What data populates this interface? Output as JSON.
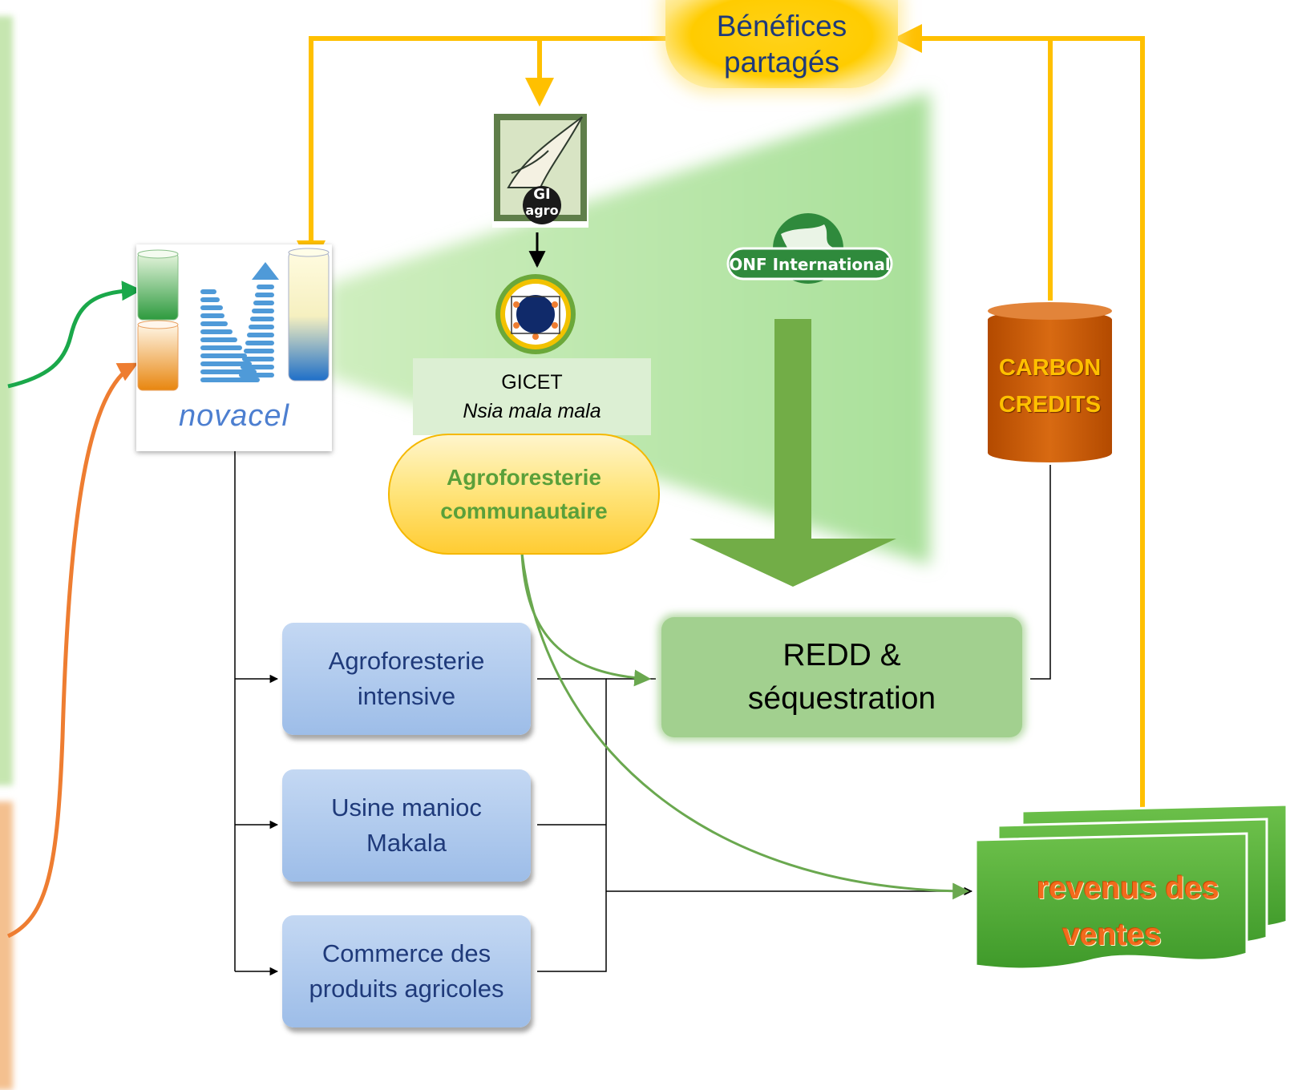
{
  "benefices": {
    "line1": "Bénéfices",
    "line2": "partagés"
  },
  "novacel": {
    "logo_text": "novacel"
  },
  "giagro": {
    "logo_text": "GI agro"
  },
  "gicet": {
    "name": "GICET",
    "subtitle": "Nsia mala mala"
  },
  "onf": {
    "logo_text": "ONF International"
  },
  "agroforesterie_communautaire": {
    "line1": "Agroforesterie",
    "line2": "communautaire"
  },
  "activities": [
    {
      "line1": "Agroforesterie",
      "line2": "intensive"
    },
    {
      "line1": "Usine manioc",
      "line2": "Makala"
    },
    {
      "line1": "Commerce des",
      "line2": "produits agricoles"
    }
  ],
  "redd": {
    "line1": "REDD  &",
    "line2": "séquestration"
  },
  "carbon_credits": {
    "line1": "CARBON",
    "line2": "CREDITS"
  },
  "revenus": {
    "line1": "revenus des",
    "line2": "ventes"
  },
  "colors": {
    "yellow_arrow": "#ffc000",
    "green_arrow": "#1aa84a",
    "orange_arrow": "#ee7d31",
    "olive_arrow": "#6aa84f",
    "blue_box": "#9dbde8",
    "redd_box": "#a2d08f",
    "carbon": "#c65911",
    "revenus_green": "#5aad3a",
    "text_blue": "#1f3a7a"
  }
}
